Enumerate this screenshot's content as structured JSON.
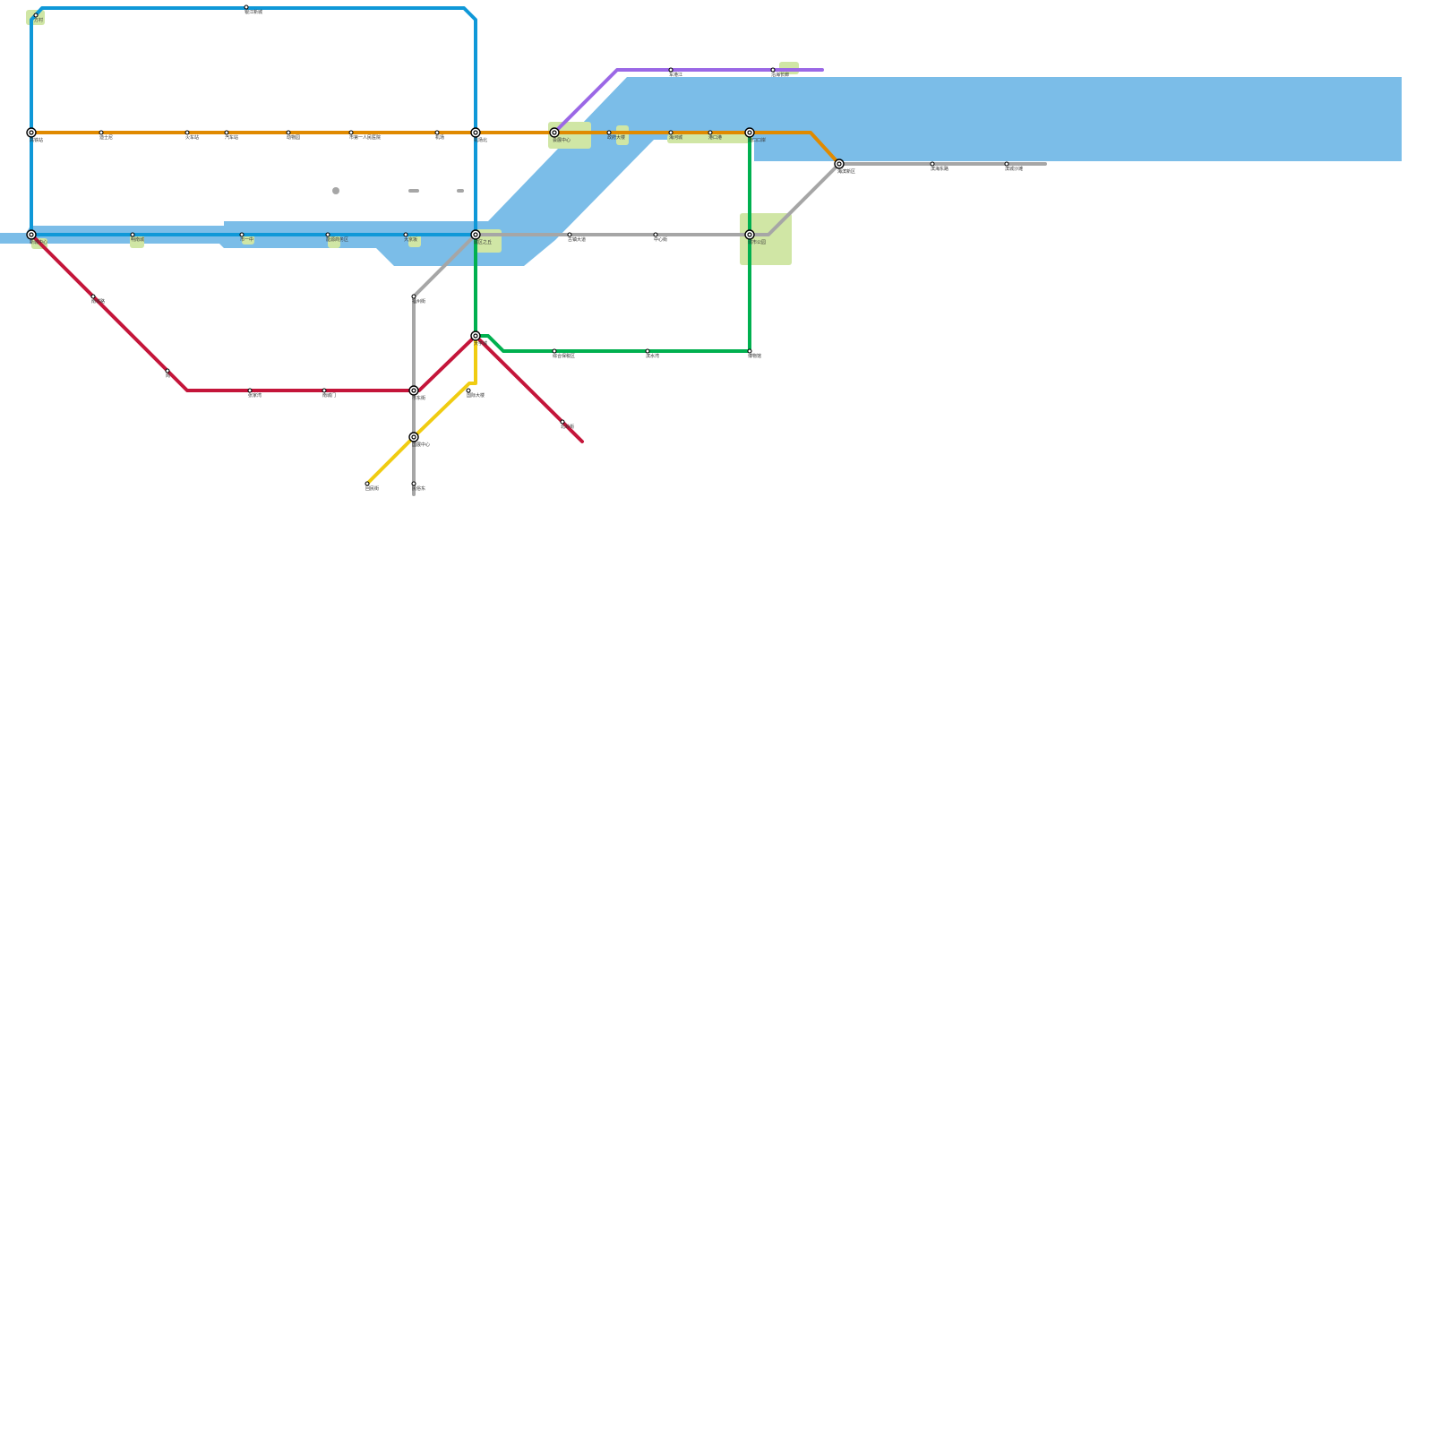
{
  "colors": {
    "water": "#7bbde8",
    "park": "#d0e6a5",
    "line_blue": "#0f98d8",
    "line_orange": "#e08a00",
    "line_purple": "#9b68e6",
    "line_grey": "#a6a6a6",
    "line_green": "#00b04f",
    "line_red": "#c4153a",
    "line_yellow": "#f0cc11"
  },
  "stations": [
    {
      "id": "s0",
      "name": "方村"
    },
    {
      "id": "s1",
      "name": "银江新城"
    },
    {
      "id": "s2",
      "name": "高铁站"
    },
    {
      "id": "s3",
      "name": "迪士尼"
    },
    {
      "id": "s4",
      "name": "火车站"
    },
    {
      "id": "s5",
      "name": "汽车站"
    },
    {
      "id": "s6",
      "name": "动物园"
    },
    {
      "id": "s7",
      "name": "市第一人民医院"
    },
    {
      "id": "s8",
      "name": "机场"
    },
    {
      "id": "s9",
      "name": "机场北"
    },
    {
      "id": "s10",
      "name": "会展中心"
    },
    {
      "id": "s11",
      "name": "政府大楼"
    },
    {
      "id": "s12",
      "name": "海河城"
    },
    {
      "id": "s13",
      "name": "港口港"
    },
    {
      "id": "s14",
      "name": "渡口口岸"
    },
    {
      "id": "s15",
      "name": "海滨新区"
    },
    {
      "id": "s16",
      "name": "滨海东路"
    },
    {
      "id": "s17",
      "name": "滨城沙滩"
    },
    {
      "id": "s18",
      "name": "军港江"
    },
    {
      "id": "s19",
      "name": "沿海长廊"
    },
    {
      "id": "s20",
      "name": "新城中心"
    },
    {
      "id": "s21",
      "name": "明南城"
    },
    {
      "id": "s22",
      "name": "市一中"
    },
    {
      "id": "s23",
      "name": "能源商务区"
    },
    {
      "id": "s24",
      "name": "大京坂"
    },
    {
      "id": "s25",
      "name": "城区之丘"
    },
    {
      "id": "s26",
      "name": "古镇大道"
    },
    {
      "id": "s27",
      "name": "中心街"
    },
    {
      "id": "s28",
      "name": "城市公园"
    },
    {
      "id": "s29",
      "name": "福州街"
    },
    {
      "id": "s30",
      "name": "大学城"
    },
    {
      "id": "s31",
      "name": "综合保税区"
    },
    {
      "id": "s32",
      "name": "滨水湾"
    },
    {
      "id": "s33",
      "name": "博物馆"
    },
    {
      "id": "s34",
      "name": "南城路"
    },
    {
      "id": "s35",
      "name": "岗"
    },
    {
      "id": "s36",
      "name": "张家湾"
    },
    {
      "id": "s37",
      "name": "南城门"
    },
    {
      "id": "s38",
      "name": "市东街"
    },
    {
      "id": "s39",
      "name": "北岭街"
    },
    {
      "id": "s40",
      "name": "国际大楼"
    },
    {
      "id": "s41",
      "name": "国展中心"
    },
    {
      "id": "s42",
      "name": "回民街"
    },
    {
      "id": "s43",
      "name": "民俗东"
    }
  ]
}
